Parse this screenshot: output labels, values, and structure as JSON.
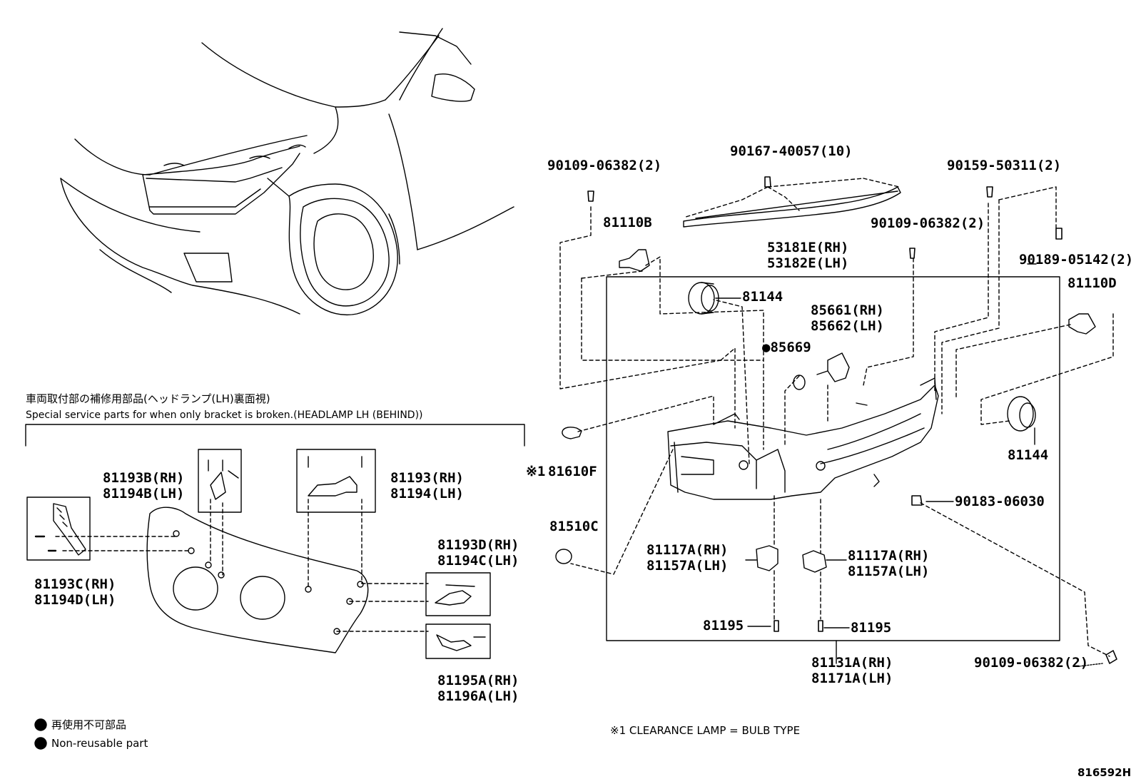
{
  "figure_code": "816592H",
  "special_parts": {
    "title_jp": "車両取付部の補修用部品(ヘッドランプ(LH)裏面視)",
    "title_en": "Special service parts for when only bracket is broken.(HEADLAMP LH (BEHIND))"
  },
  "legend": {
    "jp": "再使用不可部品",
    "en": "Non-reusable part"
  },
  "footnote": "※1 CLEARANCE LAMP = BULB TYPE",
  "callouts": {
    "p90167": "90167-40057(10)",
    "p90109_tl": "90109-06382(2)",
    "p90159": "90159-50311(2)",
    "p81110b": "81110B",
    "p53181e": "53181E(RH)",
    "p53182e": "53182E(LH)",
    "p90109_mid": "90109-06382(2)",
    "p90189": "90189-05142(2)",
    "p81110d": "81110D",
    "p81144_top": "81144",
    "p85661": "85661(RH)",
    "p85662": "85662(LH)",
    "p85669": "●85669",
    "p81144_right": "81144",
    "p81610f_mark": "※1",
    "p81610f": "81610F",
    "p90183": "90183-06030",
    "p81510c": "81510C",
    "p81117a_l": "81117A(RH)",
    "p81157a_l": "81157A(LH)",
    "p81117a_r": "81117A(RH)",
    "p81157a_r": "81157A(LH)",
    "p81195_l": "81195",
    "p81195_r": "81195",
    "p81131a": "81131A(RH)",
    "p81171a": "81171A(LH)",
    "p90109_br": "90109-06382(2)",
    "p81193b": "81193B(RH)",
    "p81194b": "81194B(LH)",
    "p81193": "81193(RH)",
    "p81194": "81194(LH)",
    "p81193c": "81193C(RH)",
    "p81194d": "81194D(LH)",
    "p81193d": "81193D(RH)",
    "p81194c": "81194C(LH)",
    "p81195a": "81195A(RH)",
    "p81196a": "81196A(LH)"
  }
}
